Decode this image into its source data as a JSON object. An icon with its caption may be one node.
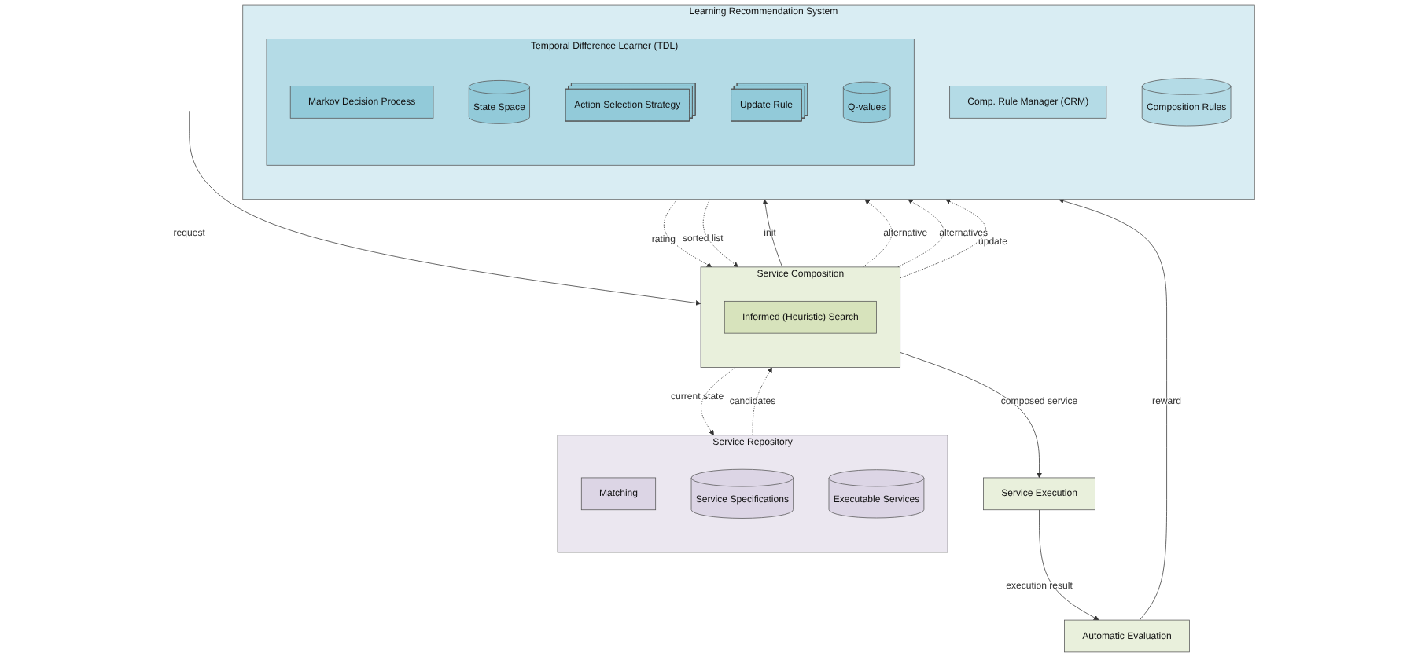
{
  "diagram": {
    "nodes": [
      {
        "text": [
          "Service Composition"
        ]
      },
      {
        "text": [
          "Informed (Heuristic) Search"
        ],
        "in": 0
      },
      {
        "text": [
          "Service Repository"
        ]
      },
      {
        "text": [
          "Matching"
        ],
        "in": 2
      },
      {
        "text": [
          "Service Specifications"
        ],
        "in": 2
      },
      {
        "text": [
          "Executable Services"
        ],
        "in": 2
      },
      {
        "text": [
          "Service Execution"
        ]
      },
      {
        "text": [
          "Automatic Evaluation"
        ]
      },
      {
        "text": [
          "Learning Recommendation System"
        ]
      },
      {
        "text": [
          "Comp. Rule Manager (CRM)"
        ],
        "in": 8
      },
      {
        "text": [
          "Composition Rules"
        ],
        "in": 8
      },
      {
        "text": [
          "Temporal Difference Learner (TDL)"
        ],
        "in": 8
      },
      {
        "text": [
          "Markov Decision Process"
        ],
        "in": 11
      },
      {
        "text": [
          "State Space"
        ],
        "in": 11
      },
      {
        "text": [
          "Action Selection Strategy"
        ],
        "in": 11
      },
      {
        "text": [
          "Update Rule"
        ],
        "in": 11
      },
      {
        "text": [
          "Q-values"
        ],
        "in": 11
      }
    ],
    "edges": [
      {
        "from": null,
        "to": 0,
        "arrow": "to",
        "label": "request"
      },
      {
        "from": 0,
        "to": 8,
        "arrow": "to",
        "label": "init"
      },
      {
        "from": 0,
        "to": 2,
        "arrow": "to",
        "label": "current state",
        "style": "dashed"
      },
      {
        "from": 2,
        "to": 0,
        "arrow": "to",
        "label": "candidates",
        "style": "dashed"
      },
      {
        "from": 0,
        "to": 8,
        "arrow": "to",
        "label": "alternative",
        "style": "dashed"
      },
      {
        "from": 8,
        "to": 0,
        "arrow": "to",
        "label": "rating",
        "style": "dashed"
      },
      {
        "from": 0,
        "to": 8,
        "arrow": "to",
        "label": "alternatives",
        "style": "dashed"
      },
      {
        "from": 8,
        "to": 0,
        "arrow": "to",
        "label": "sorted list",
        "style": "dashed"
      },
      {
        "from": 0,
        "to": 8,
        "arrow": "to",
        "label": "update",
        "style": "dashed"
      },
      {
        "from": 0,
        "to": 6,
        "arrow": "to",
        "label": "composed service"
      },
      {
        "from": 6,
        "to": 7,
        "arrow": "to",
        "label": "execution result"
      },
      {
        "from": 7,
        "to": 8,
        "arrow": "to",
        "label": "reward"
      }
    ]
  }
}
